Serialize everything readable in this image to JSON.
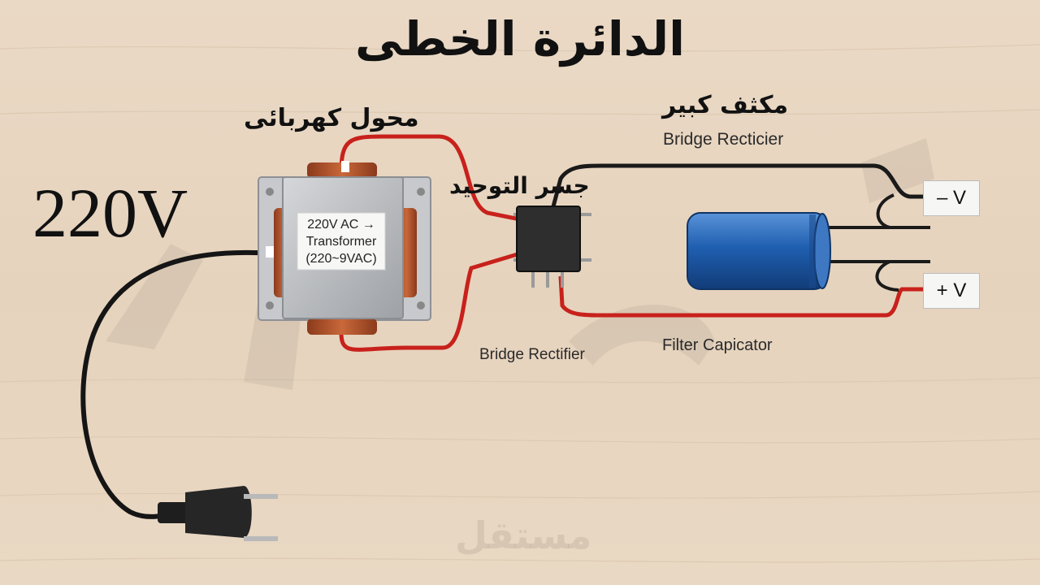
{
  "title": "الدائرة الخطى",
  "input_voltage": "220V",
  "labels": {
    "transformer_ar": "محول كهربائى",
    "capacitor_ar": "مكثف كبير",
    "bridge_ar": "جسر التوحيد",
    "bridge_top_en": "Bridge Recticier",
    "bridge_bottom_en": "Bridge Rectifier",
    "filter_en": "Filter Capicator"
  },
  "transformer_label": {
    "line1": "220V AC →",
    "line2": "Transformer",
    "line3": "(220~9VAC)"
  },
  "terminals": {
    "negative": "–  V",
    "positive": "+  V"
  },
  "watermark": "مستقل",
  "colors": {
    "wire_red": "#c8211c",
    "wire_black": "#1a1a1a",
    "capacitor_blue": "#1f5fb0",
    "coil_copper": "#b5522b",
    "transformer_core": "#b8babd",
    "bridge_body": "#2e2e2e"
  }
}
